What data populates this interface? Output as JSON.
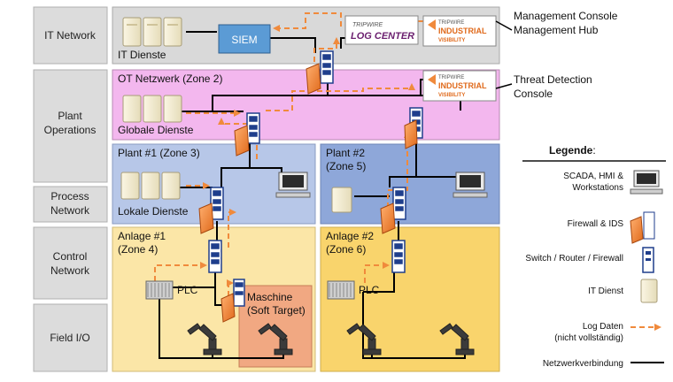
{
  "rows": [
    {
      "label": "IT Network"
    },
    {
      "label": "Plant\nOperations"
    },
    {
      "label": "Process\nNetwork"
    },
    {
      "label": "Control\nNetwork"
    },
    {
      "label": "Field I/O"
    }
  ],
  "zones": {
    "it": {
      "label": "IT Dienste",
      "color": "#d9d9d9"
    },
    "ot": {
      "label": "OT Netzwerk (Zone 2)",
      "color": "#f3b7ee"
    },
    "plant1": {
      "label": "Plant #1 (Zone 3)",
      "color": "#b7c7e8"
    },
    "plant2": {
      "label": "Plant #2\n(Zone 5)",
      "color": "#8ea7d9"
    },
    "anlage1": {
      "label": "Anlage #1\n(Zone 4)",
      "color": "#fbe6a7"
    },
    "anlage2": {
      "label": "Anlage #2\n(Zone 6)",
      "color": "#f9d46c"
    },
    "maschine": {
      "label": "Maschine\n(Soft Target)",
      "color": "#f1a882"
    }
  },
  "nodes": {
    "siem": "SIEM",
    "globale_dienste": "Globale Dienste",
    "lokale_dienste": "Lokale Dienste",
    "plc1": "PLC",
    "plc2": "PLC"
  },
  "logos": {
    "tripwire_small": "TRIPWIRE",
    "log_center": "LOG CENTER",
    "industrial": "INDUSTRIAL",
    "visibility": "VISIBILITY"
  },
  "callouts": {
    "management": "Management Console\nManagement Hub",
    "threat": "Threat Detection\nConsole"
  },
  "legend": {
    "title": "Legende",
    "title_suffix": ":",
    "items": [
      {
        "label": "SCADA, HMI &\nWorkstations",
        "icon": "workstation-icon"
      },
      {
        "label": "Firewall & IDS",
        "icon": "firewall-icon"
      },
      {
        "label": "Switch / Router / Firewall",
        "icon": "switch-icon"
      },
      {
        "label": "IT Dienst",
        "icon": "server-icon"
      },
      {
        "label": "Log Daten\n(nicht vollständig)",
        "icon": "log-arrow-icon"
      },
      {
        "label": "Netzwerkverbindung",
        "icon": "network-line-icon"
      }
    ]
  },
  "colors": {
    "row_label_bg": "#dcdcdc",
    "log_arrow": "#f08a3c",
    "firewall": "#f08a3c",
    "switch": "#1f3e8c",
    "siem": "#5b9bd5"
  }
}
